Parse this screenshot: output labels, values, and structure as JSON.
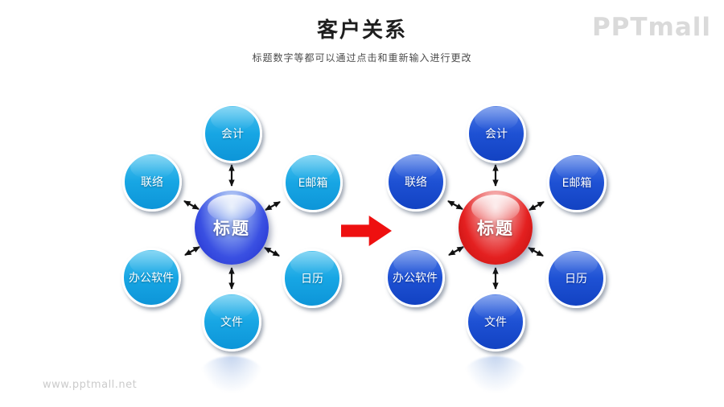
{
  "header": {
    "title": "客户关系",
    "subtitle": "标题数字等都可以通过点击和重新输入进行更改",
    "logo": "PPTmall"
  },
  "watermark": "www.pptmall.net",
  "diagram": {
    "transition_arrow": {
      "direction": "right",
      "color": "#ee1010"
    },
    "connector_color": "#111111",
    "clusters": [
      {
        "id": "left",
        "theme": "light-blue",
        "satellite_color": "#17a6e4",
        "center": {
          "label": "标题",
          "color": "#2b36d8"
        },
        "satellites": [
          {
            "position": "top",
            "label": "会计"
          },
          {
            "position": "upper-left",
            "label": "联络"
          },
          {
            "position": "upper-right",
            "label": "E邮箱"
          },
          {
            "position": "lower-left",
            "label": "办公软件"
          },
          {
            "position": "lower-right",
            "label": "日历"
          },
          {
            "position": "bottom",
            "label": "文件"
          }
        ]
      },
      {
        "id": "right",
        "theme": "royal-blue",
        "satellite_color": "#1e51d4",
        "center": {
          "label": "标题",
          "color": "#dd1414"
        },
        "satellites": [
          {
            "position": "top",
            "label": "会计"
          },
          {
            "position": "upper-left",
            "label": "联络"
          },
          {
            "position": "upper-right",
            "label": "E邮箱"
          },
          {
            "position": "lower-left",
            "label": "办公软件"
          },
          {
            "position": "lower-right",
            "label": "日历"
          },
          {
            "position": "bottom",
            "label": "文件"
          }
        ]
      }
    ]
  }
}
